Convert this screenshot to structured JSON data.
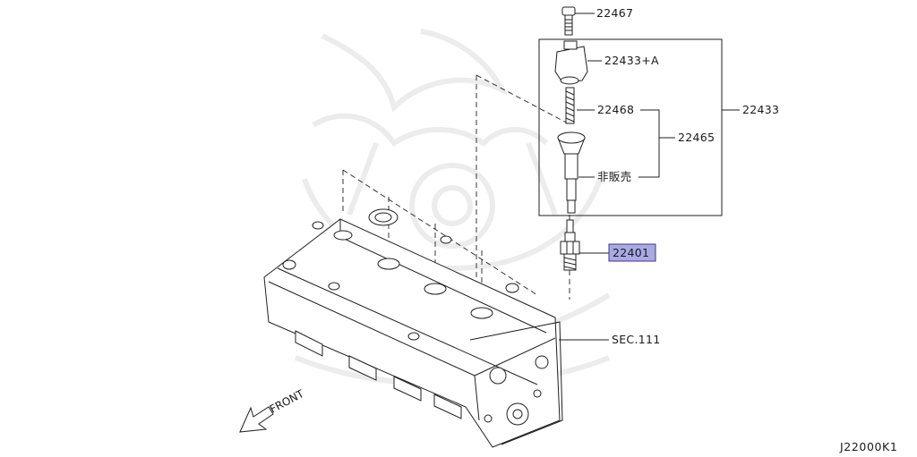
{
  "callouts": {
    "bolt": "22467",
    "coil_assy": "22433+A",
    "spring": "22468",
    "boot_assy": "22465",
    "not_for_sale": "非販売",
    "ignition_coil": "22433",
    "spark_plug": "22401",
    "head_section": "SEC.111"
  },
  "front_label": "FRONT",
  "figure_code": "J22000K1",
  "colors": {
    "highlight_fill": "#a9a9e6",
    "highlight_border": "#3a3a80",
    "line": "#1f1f1f"
  }
}
